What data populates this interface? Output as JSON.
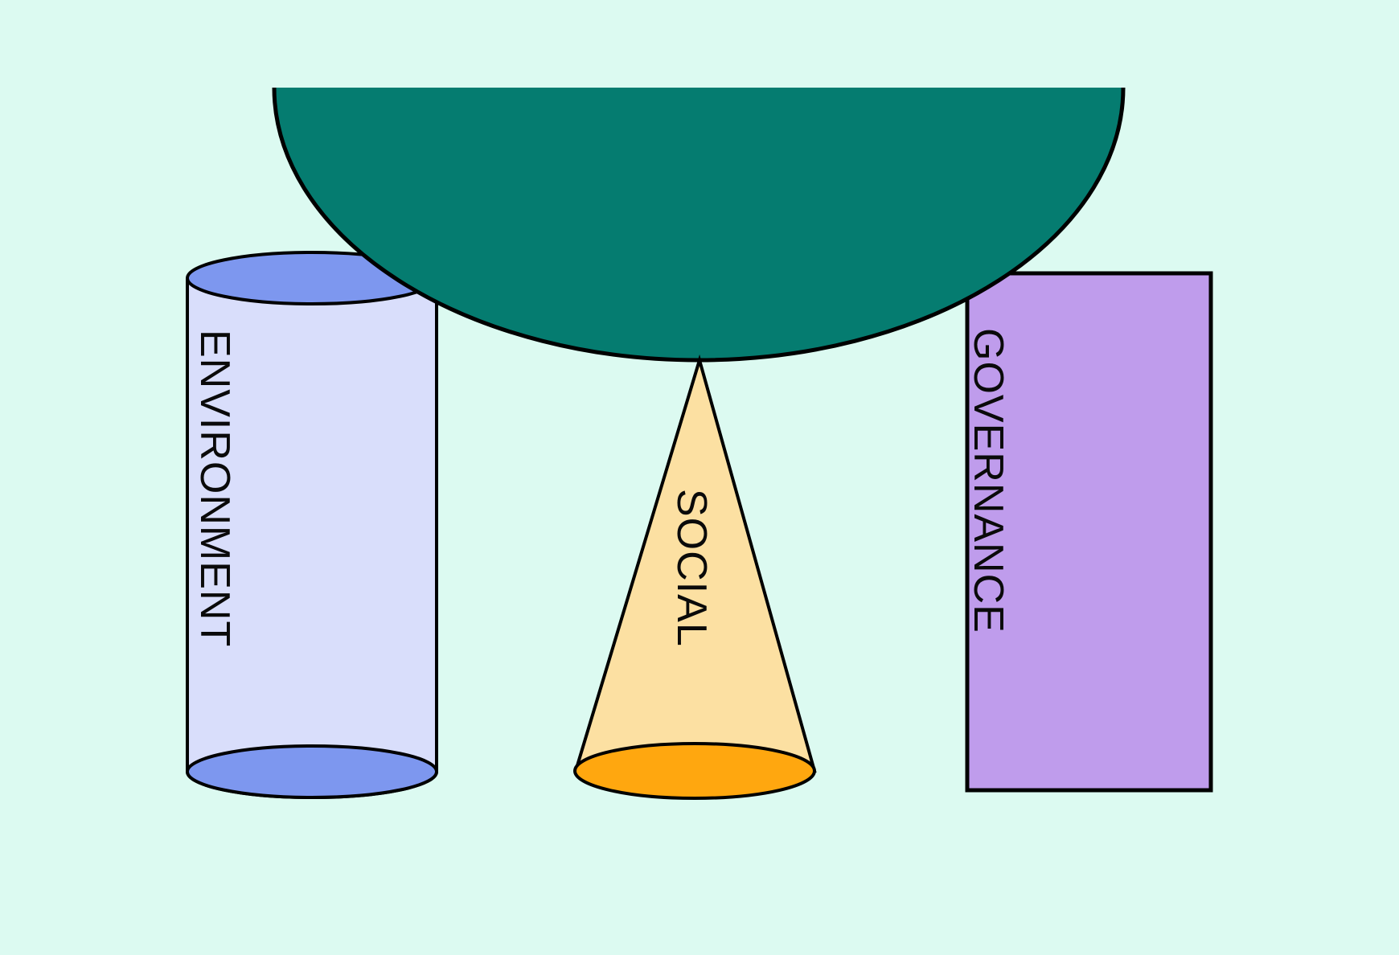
{
  "background_color": "#dcfaf1",
  "stroke_color": "#000000",
  "diagram": {
    "dome": {
      "color": "#057c70"
    },
    "cylinder": {
      "label": "ENVIRONMENT",
      "body_color": "#d9defb",
      "cap_color": "#7d97ef"
    },
    "cone": {
      "label": "SOCIAL",
      "body_color": "#fce0a2",
      "base_color": "#ffa70f"
    },
    "rectangle": {
      "label": "GOVERNANCE",
      "color": "#bf9cec"
    }
  }
}
